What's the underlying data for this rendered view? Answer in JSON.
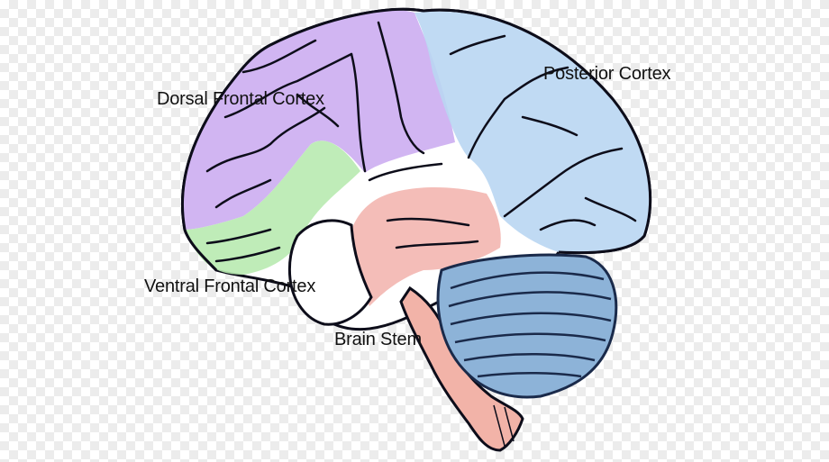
{
  "labels": {
    "dorsal_frontal": "Dorsal Frontal Cortex",
    "posterior": "Posterior Cortex",
    "ventral_frontal": "Ventral Frontal Cortex",
    "brain_stem": "Brain Stem"
  },
  "colors": {
    "dorsal_frontal": "#c9a8f0",
    "posterior": "#b9d6f2",
    "ventral_frontal": "#b8eab0",
    "temporal": "#f3b6b0",
    "cerebellum": "#8db3d8",
    "brain_stem": "#f2b3a8",
    "outline": "#0d0d1a",
    "cerebellum_stroke": "#1a2a4a"
  }
}
